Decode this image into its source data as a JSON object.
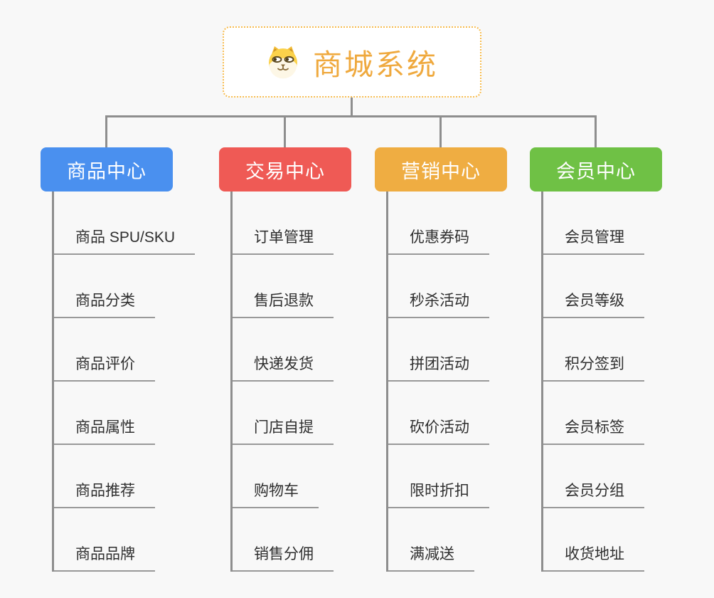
{
  "root": {
    "title": "商城系统",
    "icon": "dog-icon"
  },
  "branches": [
    {
      "label": "商品中心",
      "color": "#4a90ef",
      "items": [
        "商品 SPU/SKU",
        "商品分类",
        "商品评价",
        "商品属性",
        "商品推荐",
        "商品品牌"
      ]
    },
    {
      "label": "交易中心",
      "color": "#ef5a55",
      "items": [
        "订单管理",
        "售后退款",
        "快递发货",
        "门店自提",
        "购物车",
        "销售分佣"
      ]
    },
    {
      "label": "营销中心",
      "color": "#efad42",
      "items": [
        "优惠券码",
        "秒杀活动",
        "拼团活动",
        "砍价活动",
        "限时折扣",
        "满减送"
      ]
    },
    {
      "label": "会员中心",
      "color": "#6fc145",
      "items": [
        "会员管理",
        "会员等级",
        "积分签到",
        "会员标签",
        "会员分组",
        "收货地址"
      ]
    }
  ],
  "colors": {
    "background": "#f8f8f8",
    "connector": "#8e8e8e",
    "underline": "#999999",
    "root_border": "#f7bc4f",
    "root_text": "#efa93e",
    "leaf_text": "#2f2f2f"
  }
}
